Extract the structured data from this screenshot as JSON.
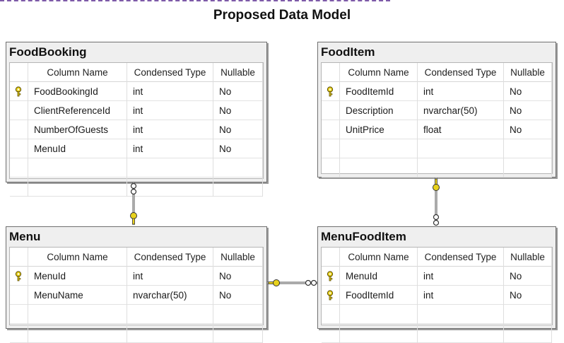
{
  "title": "Proposed Data Model",
  "column_headers": [
    "Column Name",
    "Condensed Type",
    "Nullable"
  ],
  "tables": {
    "foodbooking": {
      "name": "FoodBooking",
      "rows": [
        {
          "column": "FoodBookingId",
          "type": "int",
          "nullable": "No",
          "pk": true
        },
        {
          "column": "ClientReferenceId",
          "type": "int",
          "nullable": "No",
          "pk": false
        },
        {
          "column": "NumberOfGuests",
          "type": "int",
          "nullable": "No",
          "pk": false
        },
        {
          "column": "MenuId",
          "type": "int",
          "nullable": "No",
          "pk": false
        }
      ]
    },
    "fooditem": {
      "name": "FoodItem",
      "rows": [
        {
          "column": "FoodItemId",
          "type": "int",
          "nullable": "No",
          "pk": true
        },
        {
          "column": "Description",
          "type": "nvarchar(50)",
          "nullable": "No",
          "pk": false
        },
        {
          "column": "UnitPrice",
          "type": "float",
          "nullable": "No",
          "pk": false
        }
      ]
    },
    "menu": {
      "name": "Menu",
      "rows": [
        {
          "column": "MenuId",
          "type": "int",
          "nullable": "No",
          "pk": true
        },
        {
          "column": "MenuName",
          "type": "nvarchar(50)",
          "nullable": "No",
          "pk": false
        }
      ]
    },
    "menufooditem": {
      "name": "MenuFoodItem",
      "rows": [
        {
          "column": "MenuId",
          "type": "int",
          "nullable": "No",
          "pk": true
        },
        {
          "column": "FoodItemId",
          "type": "int",
          "nullable": "No",
          "pk": true
        }
      ]
    }
  },
  "colors": {
    "key": "#e8d21c",
    "line": "#555555",
    "dash": "#7d5aa8"
  }
}
